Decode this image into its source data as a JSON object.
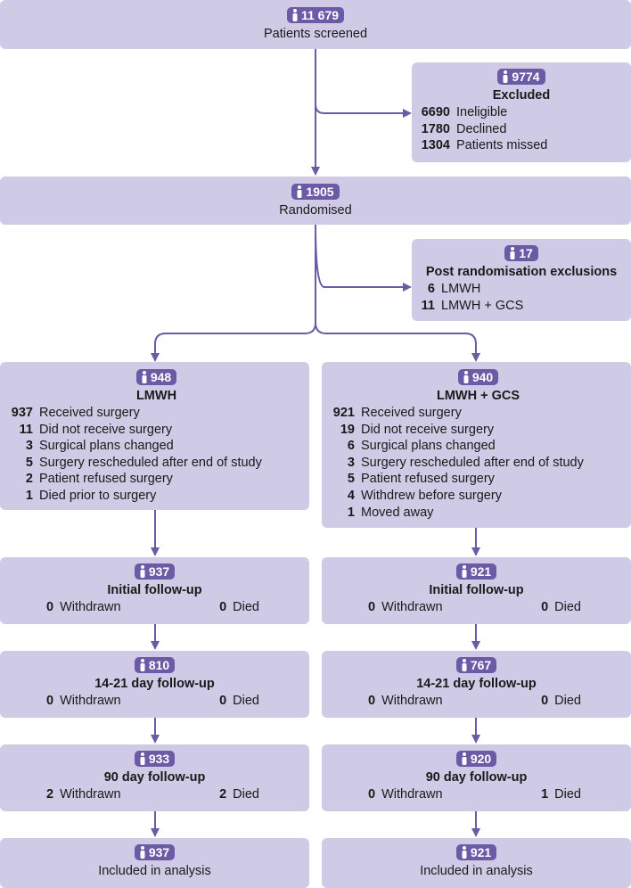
{
  "screened": {
    "count": "11 679",
    "label": "Patients screened"
  },
  "excluded": {
    "count": "9774",
    "title": "Excluded",
    "items": [
      {
        "n": "6690",
        "label": "Ineligible"
      },
      {
        "n": "1780",
        "label": "Declined"
      },
      {
        "n": "1304",
        "label": "Patients missed"
      }
    ]
  },
  "randomised": {
    "count": "1905",
    "label": "Randomised"
  },
  "post_exclusions": {
    "count": "17",
    "title": "Post randomisation exclusions",
    "items": [
      {
        "n": "6",
        "label": "LMWH"
      },
      {
        "n": "11",
        "label": "LMWH + GCS"
      }
    ]
  },
  "arms": [
    {
      "count": "948",
      "title": "LMWH",
      "items": [
        {
          "n": "937",
          "label": "Received surgery"
        },
        {
          "n": "11",
          "label": "Did not receive surgery"
        },
        {
          "n": "3",
          "label": "Surgical plans changed"
        },
        {
          "n": "5",
          "label": "Surgery rescheduled after end of study"
        },
        {
          "n": "2",
          "label": "Patient refused surgery"
        },
        {
          "n": "1",
          "label": "Died prior to surgery"
        }
      ],
      "initial": {
        "count": "937",
        "title": "Initial follow-up",
        "withdrawn_n": "0",
        "withdrawn": "Withdrawn",
        "died_n": "0",
        "died": "Died"
      },
      "day14": {
        "count": "810",
        "title": "14-21 day follow-up",
        "withdrawn_n": "0",
        "withdrawn": "Withdrawn",
        "died_n": "0",
        "died": "Died"
      },
      "day90": {
        "count": "933",
        "title": "90 day follow-up",
        "withdrawn_n": "2",
        "withdrawn": "Withdrawn",
        "died_n": "2",
        "died": "Died"
      },
      "analysis": {
        "count": "937",
        "label": "Included in analysis"
      }
    },
    {
      "count": "940",
      "title": "LMWH + GCS",
      "items": [
        {
          "n": "921",
          "label": "Received surgery"
        },
        {
          "n": "19",
          "label": "Did not receive surgery"
        },
        {
          "n": "6",
          "label": "Surgical plans changed"
        },
        {
          "n": "3",
          "label": "Surgery rescheduled after end of study"
        },
        {
          "n": "5",
          "label": "Patient refused surgery"
        },
        {
          "n": "4",
          "label": "Withdrew before surgery"
        },
        {
          "n": "1",
          "label": "Moved away"
        }
      ],
      "initial": {
        "count": "921",
        "title": "Initial follow-up",
        "withdrawn_n": "0",
        "withdrawn": "Withdrawn",
        "died_n": "0",
        "died": "Died"
      },
      "day14": {
        "count": "767",
        "title": "14-21 day follow-up",
        "withdrawn_n": "0",
        "withdrawn": "Withdrawn",
        "died_n": "0",
        "died": "Died"
      },
      "day90": {
        "count": "920",
        "title": "90 day follow-up",
        "withdrawn_n": "0",
        "withdrawn": "Withdrawn",
        "died_n": "1",
        "died": "Died"
      },
      "analysis": {
        "count": "921",
        "label": "Included in analysis"
      }
    }
  ],
  "colors": {
    "box": "#cfcae5",
    "badge": "#6b5aa6",
    "arrow": "#6b5aa6"
  },
  "icons": {
    "person": "person-icon"
  }
}
